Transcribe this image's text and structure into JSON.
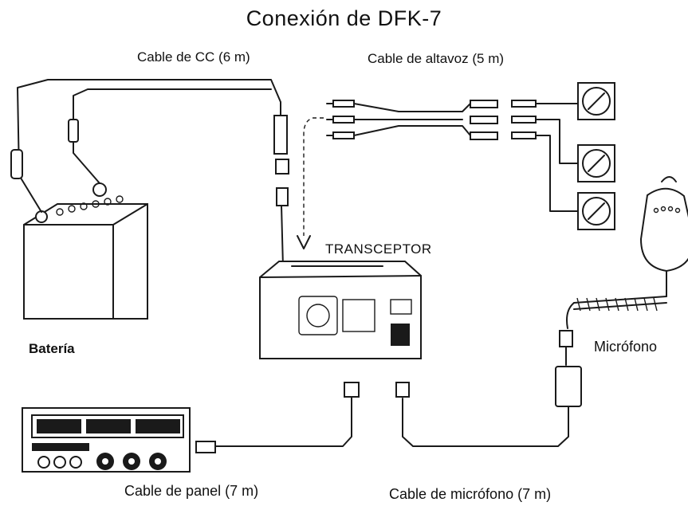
{
  "title": "Conexión de DFK-7",
  "labels": {
    "dc_cable": "Cable de CC (6 m)",
    "speaker_cable": "Cable de altavoz (5 m)",
    "transceiver": "TRANSCEPTOR",
    "battery": "Batería",
    "microphone": "Micrófono",
    "panel_cable": "Cable de panel (7 m)",
    "mic_cable": "Cable de micrófono (7 m)"
  }
}
